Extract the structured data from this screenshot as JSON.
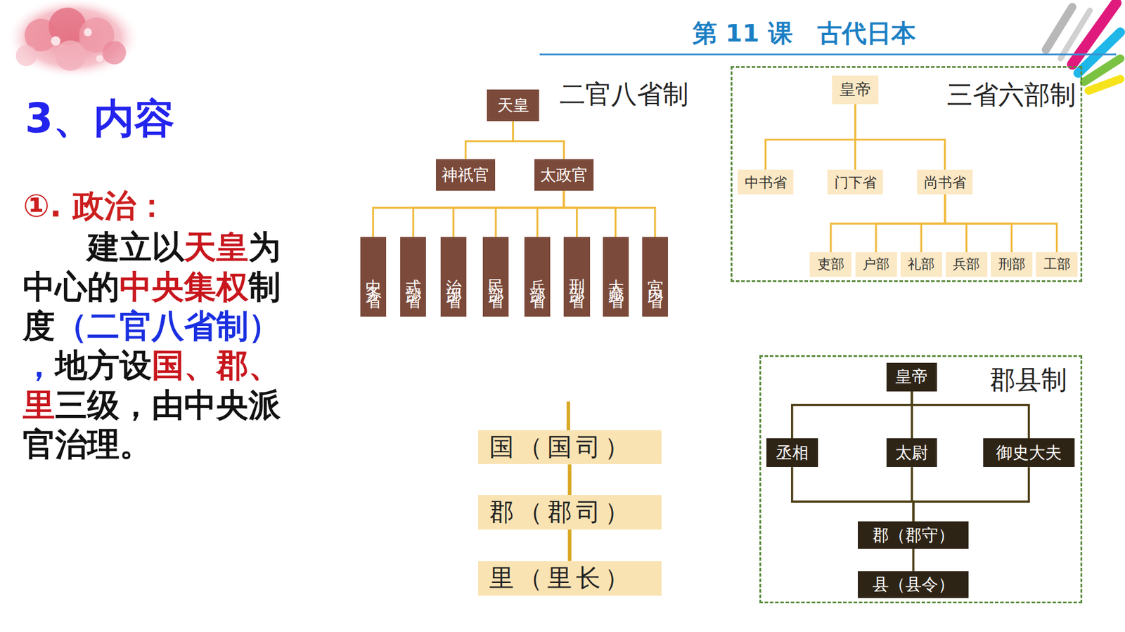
{
  "diagram": {
    "title": "3、内容",
    "nodes": [
      {
        "text": [
          "天皇"
        ]
      },
      {
        "text": [
          "神祇官"
        ]
      },
      {
        "text": [
          "太政官"
        ]
      },
      {
        "text": [
          "中务省"
        ]
      },
      {
        "text": [
          "式部省"
        ]
      },
      {
        "text": [
          "治部省"
        ]
      },
      {
        "text": [
          "民部省"
        ]
      },
      {
        "text": [
          "兵部省"
        ]
      },
      {
        "text": [
          "刑部省"
        ]
      },
      {
        "text": [
          "大藏省"
        ]
      },
      {
        "text": [
          "宫内省"
        ]
      },
      {
        "text": [
          "三省六部制"
        ]
      },
      {
        "text": [
          "皇帝"
        ],
        "in": 11
      },
      {
        "text": [
          "中书省"
        ],
        "in": 11
      },
      {
        "text": [
          "门下省"
        ],
        "in": 11
      },
      {
        "text": [
          "尚书省"
        ],
        "in": 11
      },
      {
        "text": [
          "吏部"
        ],
        "in": 11
      },
      {
        "text": [
          "户部"
        ],
        "in": 11
      },
      {
        "text": [
          "礼部"
        ],
        "in": 11
      },
      {
        "text": [
          "兵部"
        ],
        "in": 11
      },
      {
        "text": [
          "刑部"
        ],
        "in": 11
      },
      {
        "text": [
          "工部"
        ],
        "in": 11
      },
      {
        "text": [
          "国（国司）"
        ]
      },
      {
        "text": [
          "郡（郡司）"
        ]
      },
      {
        "text": [
          "里（里长）"
        ]
      },
      {
        "text": [
          "郡县制"
        ]
      },
      {
        "text": [
          "皇帝"
        ],
        "in": 25
      },
      {
        "text": [
          "丞相"
        ],
        "in": 25
      },
      {
        "text": [
          "太尉"
        ],
        "in": 25
      },
      {
        "text": [
          "御史大夫"
        ],
        "in": 25
      },
      {
        "text": [
          "郡（郡守）"
        ],
        "in": 25
      },
      {
        "text": [
          "县（县令）"
        ],
        "in": 25
      }
    ],
    "edges": [
      {
        "from": 0,
        "to": 1,
        "arrow": "none"
      },
      {
        "from": 0,
        "to": 2,
        "arrow": "none"
      },
      {
        "from": 2,
        "to": 3,
        "arrow": "none"
      },
      {
        "from": 2,
        "to": 4,
        "arrow": "none"
      },
      {
        "from": 2,
        "to": 5,
        "arrow": "none"
      },
      {
        "from": 2,
        "to": 6,
        "arrow": "none"
      },
      {
        "from": 2,
        "to": 7,
        "arrow": "none"
      },
      {
        "from": 2,
        "to": 8,
        "arrow": "none"
      },
      {
        "from": 2,
        "to": 9,
        "arrow": "none"
      },
      {
        "from": 2,
        "to": 10,
        "arrow": "none"
      },
      {
        "from": 12,
        "to": 13,
        "arrow": "none"
      },
      {
        "from": 12,
        "to": 14,
        "arrow": "none"
      },
      {
        "from": 12,
        "to": 15,
        "arrow": "none"
      },
      {
        "from": 15,
        "to": 16,
        "arrow": "none"
      },
      {
        "from": 15,
        "to": 17,
        "arrow": "none"
      },
      {
        "from": 15,
        "to": 18,
        "arrow": "none"
      },
      {
        "from": 15,
        "to": 19,
        "arrow": "none"
      },
      {
        "from": 15,
        "to": 20,
        "arrow": "none"
      },
      {
        "from": 15,
        "to": 21,
        "arrow": "none"
      },
      {
        "from": 22,
        "to": 23,
        "arrow": "none"
      },
      {
        "from": 23,
        "to": 24,
        "arrow": "none"
      },
      {
        "from": 26,
        "to": 27,
        "arrow": "none"
      },
      {
        "from": 26,
        "to": 28,
        "arrow": "none"
      },
      {
        "from": 26,
        "to": 29,
        "arrow": "none"
      },
      {
        "from": 27,
        "to": 30,
        "arrow": "none"
      },
      {
        "from": 28,
        "to": 30,
        "arrow": "none"
      },
      {
        "from": 29,
        "to": 30,
        "arrow": "none"
      },
      {
        "from": 30,
        "to": 31,
        "arrow": "none"
      }
    ],
    "labels": [
      "第 11 课　古代日本",
      "①. 政治：",
      "建立以",
      "天皇",
      "为中心的",
      "中央集权",
      "制度",
      "（二官八省制）",
      "，",
      "地方设",
      "国、郡、里",
      "三级，由中央派官治理。",
      "二官八省制"
    ]
  }
}
